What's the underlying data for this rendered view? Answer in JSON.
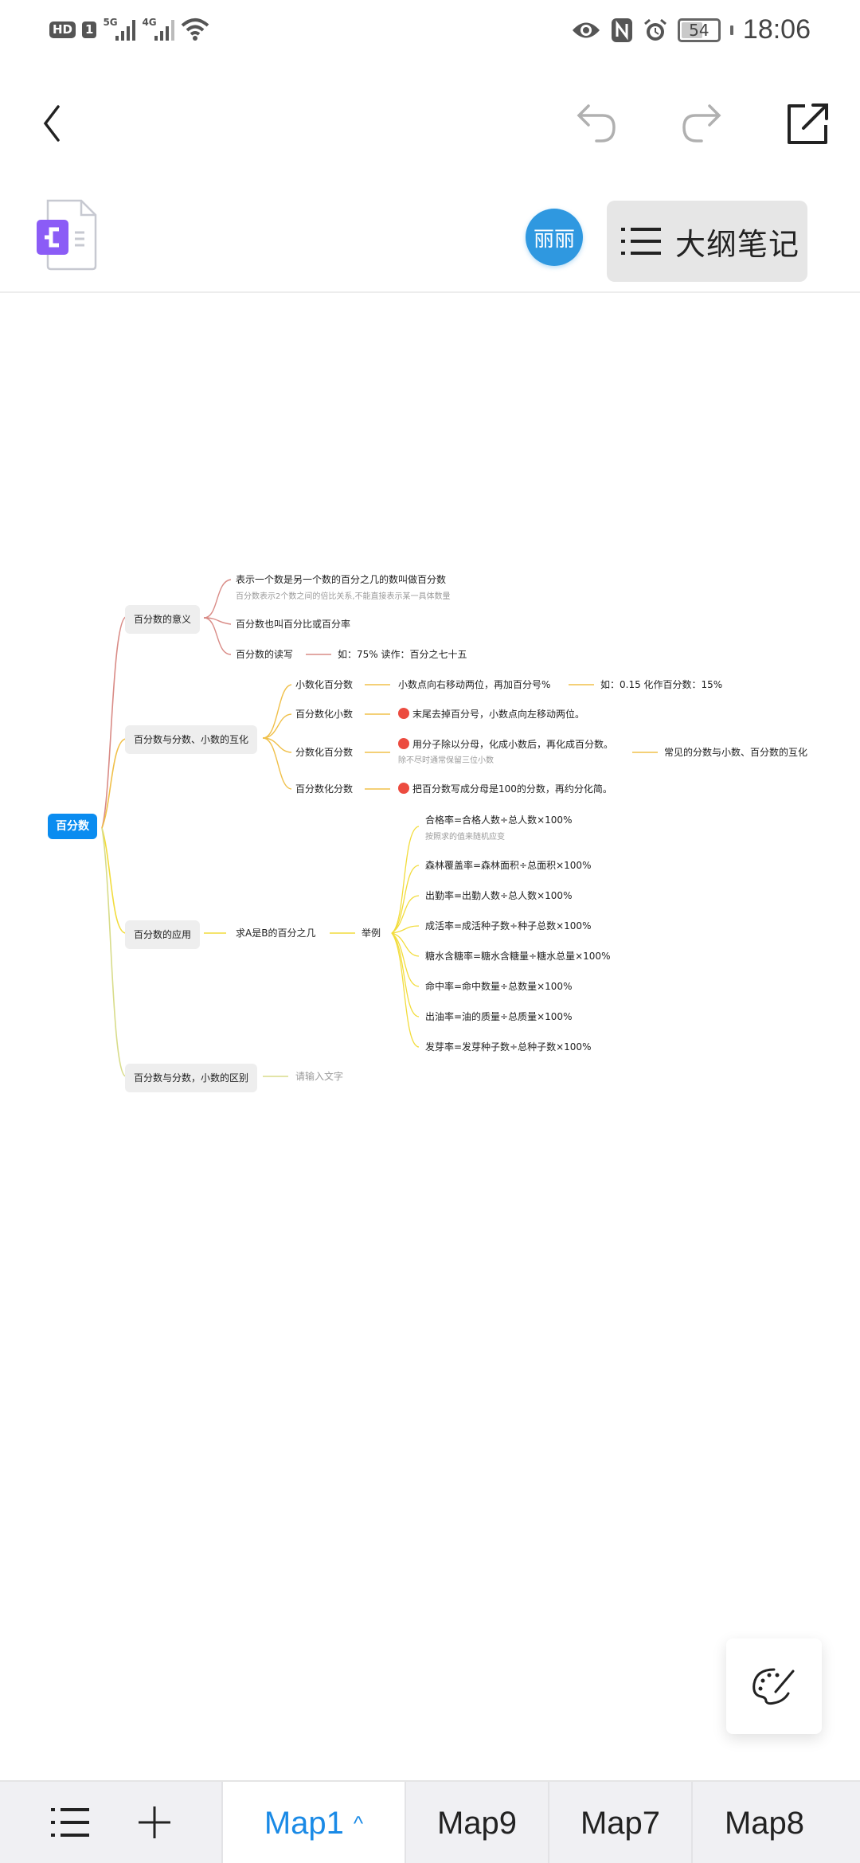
{
  "status_bar": {
    "left": {
      "hd": "HD",
      "sim": "1",
      "net1": "5G",
      "net2": "4G",
      "icons": [
        "hd-icon",
        "sim-icon",
        "signal-5g-icon",
        "signal-4g-icon",
        "wifi-icon"
      ]
    },
    "right": {
      "icons": [
        "eye-comfort-icon",
        "nfc-icon",
        "alarm-icon",
        "battery-icon"
      ],
      "battery": "54",
      "time": "18:06"
    }
  },
  "toolbar": {
    "back": "back-icon",
    "undo": "undo-icon",
    "redo": "redo-icon",
    "share": "share-icon"
  },
  "doc_bar": {
    "doc_icon": "mindmap-file-icon",
    "avatar_text": "丽丽",
    "outline_label": "大纲笔记"
  },
  "mindmap": {
    "root": "百分数",
    "branches": [
      {
        "label": "百分数的意义",
        "color": "#d98b86",
        "children": [
          {
            "label": "表示一个数是另一个数的百分之几的数叫做百分数",
            "note": "百分数表示2个数之间的倍比关系,不能直接表示某一具体数量"
          },
          {
            "label": "百分数也叫百分比或百分率"
          },
          {
            "label": "百分数的读写",
            "child": "如：75% 读作：百分之七十五"
          }
        ]
      },
      {
        "label": "百分数与分数、小数的互化",
        "color": "#f0c04a",
        "children": [
          {
            "label": "小数化百分数",
            "child": "小数点向右移动两位，再加百分号%",
            "grandchild": "如：0.15 化作百分数：15%"
          },
          {
            "label": "百分数化小数",
            "child": "末尾去掉百分号，小数点向左移动两位。",
            "marker": true
          },
          {
            "label": "分数化百分数",
            "child": "用分子除以分母，化成小数后，再化成百分数。",
            "marker": true,
            "note": "除不尽时通常保留三位小数",
            "grandchild": "常见的分数与小数、百分数的互化"
          },
          {
            "label": "百分数化分数",
            "child": "把百分数写成分母是100的分数，再约分化简。",
            "marker": true
          }
        ]
      },
      {
        "label": "百分数的应用",
        "color": "#f2dc3c",
        "children": [
          {
            "label": "求A是B的百分之几",
            "child": "举例",
            "examples": [
              {
                "label": "合格率=合格人数÷总人数×100%",
                "note": "按照求的值来随机应变"
              },
              {
                "label": "森林覆盖率=森林面积÷总面积×100%"
              },
              {
                "label": "出勤率=出勤人数÷总人数×100%"
              },
              {
                "label": "成活率=成活种子数÷种子总数×100%"
              },
              {
                "label": "糖水含糖率=糖水含糖量÷糖水总量×100%"
              },
              {
                "label": "命中率=命中数量÷总数量×100%"
              },
              {
                "label": "出油率=油的质量÷总质量×100%"
              },
              {
                "label": "发芽率=发芽种子数÷总种子数×100%"
              }
            ]
          }
        ]
      },
      {
        "label": "百分数与分数，小数的区别",
        "color": "#d8dc8a",
        "children": [
          {
            "label": "请输入文字",
            "placeholder": true
          }
        ]
      }
    ]
  },
  "palette_button": "palette-icon",
  "tab_bar": {
    "tools": [
      "outline-list-icon",
      "add-icon"
    ],
    "tabs": [
      {
        "label": "Map1",
        "active": true,
        "caret": "^"
      },
      {
        "label": "Map9",
        "active": false
      },
      {
        "label": "Map7",
        "active": false
      },
      {
        "label": "Map8",
        "active": false
      }
    ]
  },
  "colors": {
    "accent_blue": "#0a8cf0",
    "avatar_blue": "#2f98e0",
    "tab_active": "#1a8ae6",
    "branch_red": "#d98b86",
    "branch_orange": "#f0c04a",
    "branch_yellow": "#f2dc3c",
    "marker_red": "#ec4b3f"
  }
}
